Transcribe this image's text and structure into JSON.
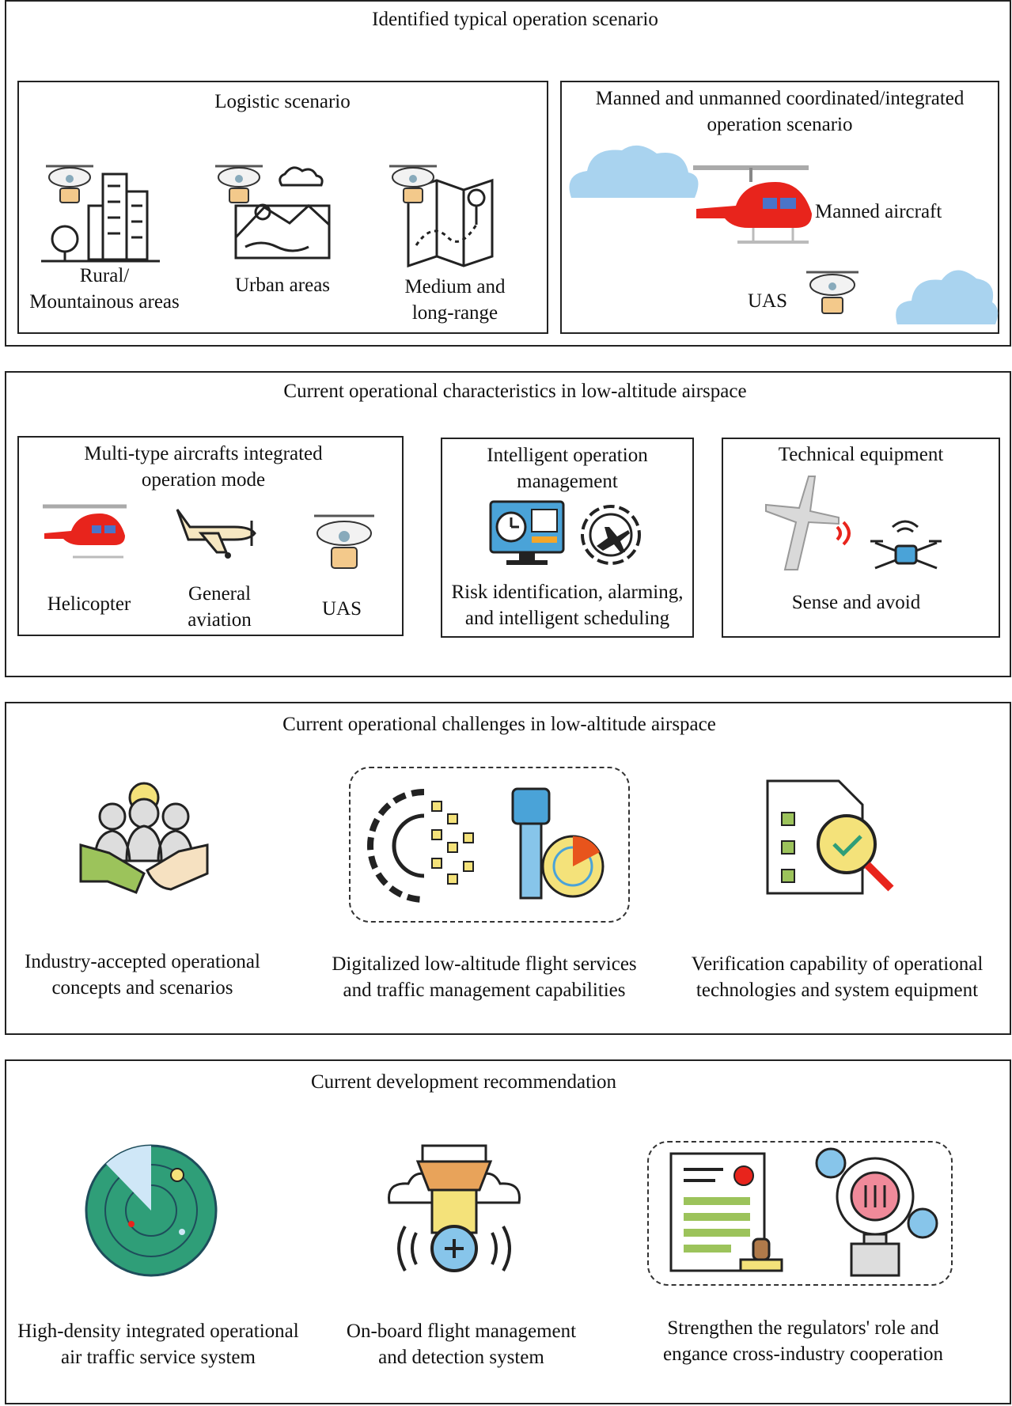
{
  "sections": [
    {
      "title": "Identified typical operation scenario",
      "logistic": {
        "title": "Logistic scenario",
        "items": [
          "Rural/\nMountainous areas",
          "Urban areas",
          "Medium and\nlong-range"
        ]
      },
      "coordinated": {
        "title": "Manned and unmanned coordinated/integrated\noperation scenario",
        "manned_label": "Manned aircraft",
        "uas_label": "UAS"
      }
    },
    {
      "title": "Current operational characteristics in low-altitude airspace",
      "multi": {
        "title": "Multi-type aircrafts integrated\noperation mode",
        "items": [
          "Helicopter",
          "General\naviation",
          "UAS"
        ]
      },
      "intelligent": {
        "title": "Intelligent operation\nmanagement",
        "caption": "Risk identification, alarming,\nand intelligent scheduling"
      },
      "technical": {
        "title": "Technical equipment",
        "caption": "Sense and avoid"
      }
    },
    {
      "title": "Current operational challenges in low-altitude airspace",
      "items": [
        "Industry-accepted operational\nconcepts and scenarios",
        "Digitalized low-altitude flight services\nand traffic management capabilities",
        "Verification capability of operational\ntechnologies and system equipment"
      ]
    },
    {
      "title": "Current development recommendation",
      "items": [
        "High-density integrated operational\nair traffic service system",
        "On-board flight management\nand detection system",
        "Strengthen the regulators' role and\nengance cross-industry cooperation"
      ]
    }
  ],
  "colors": {
    "helicopter": "#e8241c",
    "cloud": "#a9d3ef",
    "accent_yellow": "#f4e27a",
    "radar_green": "#2f9e78",
    "tower_blue": "#4aa3d8"
  }
}
